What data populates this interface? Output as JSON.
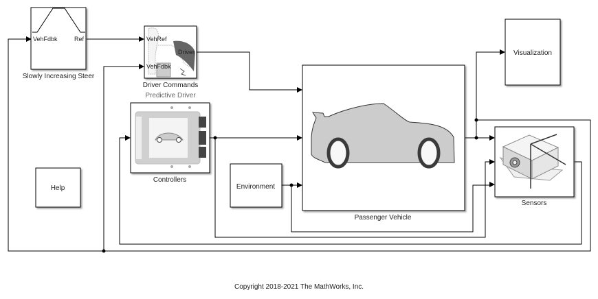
{
  "blocks": {
    "steer": {
      "name": "Slowly Increasing Steer",
      "port_in": "VehFdbk",
      "port_out": "Ref"
    },
    "driver": {
      "name": "Driver Commands",
      "subtitle": "Predictive Driver",
      "port_in_1": "VehRef",
      "port_in_2": "VehFdbk",
      "port_out": "Driver"
    },
    "controllers": {
      "name": "Controllers"
    },
    "environment": {
      "name": "Environment"
    },
    "vehicle": {
      "name": "Passenger Vehicle"
    },
    "visualization": {
      "name": "Visualization"
    },
    "sensors": {
      "name": "Sensors"
    },
    "help": {
      "name": "Help"
    }
  },
  "footer": {
    "copyright": "Copyright 2018-2021 The MathWorks, Inc."
  }
}
